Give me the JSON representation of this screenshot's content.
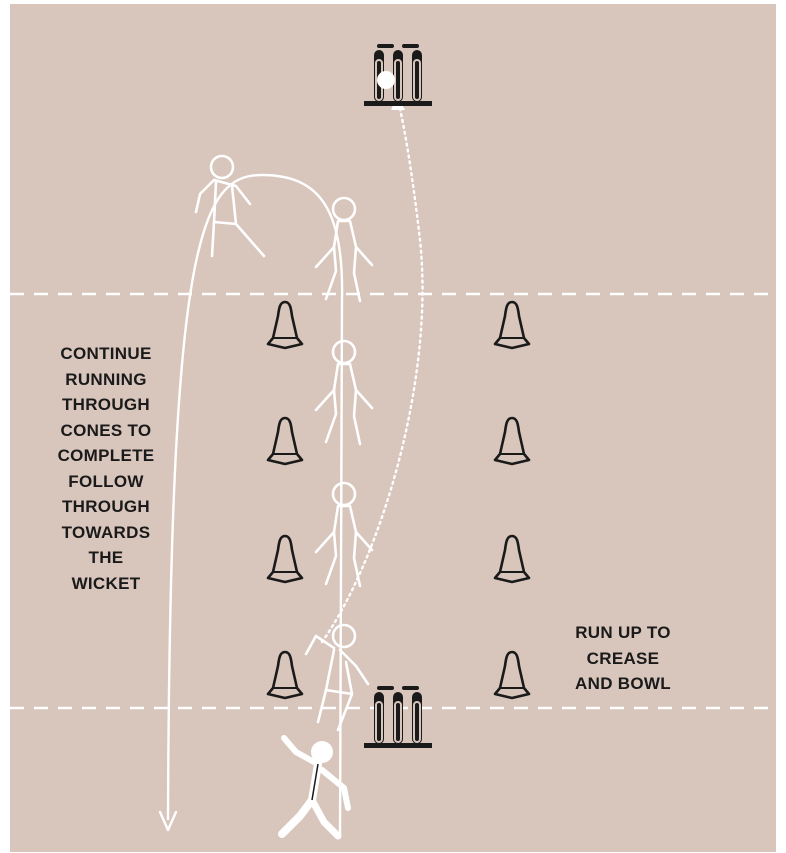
{
  "colors": {
    "background": "#d8c5bc",
    "outer_border": "#ffffff",
    "lines": "#ffffff",
    "equipment": "#1a1a1a",
    "text": "#1a1a1a"
  },
  "captions": {
    "follow_through": [
      "CONTINUE",
      "RUNNING",
      "THROUGH",
      "CONES TO",
      "COMPLETE",
      "FOLLOW",
      "THROUGH",
      "TOWARDS",
      "THE",
      "WICKET"
    ],
    "run_up": [
      "RUN UP TO",
      "CREASE",
      "AND BOWL"
    ]
  },
  "icons": {
    "stumps": "wicket-stumps-icon",
    "cone": "training-cone-icon",
    "runner": "bowler-figure-icon",
    "ball": "cricket-ball-icon"
  }
}
